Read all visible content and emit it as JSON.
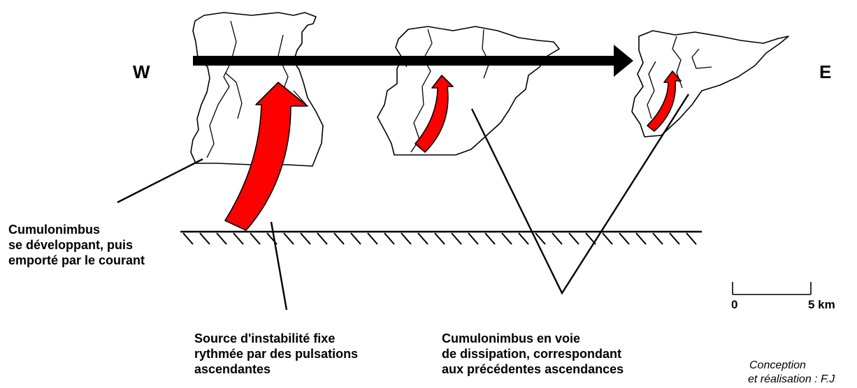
{
  "directions": {
    "west": "W",
    "east": "E"
  },
  "labels": {
    "cloud_developing": [
      "Cumulonimbus",
      "se développant, puis",
      "emporté par le courant"
    ],
    "source": [
      "Source d'instabilité fixe",
      "rythmée par des pulsations",
      "ascendantes"
    ],
    "dissipating": [
      "Cumulonimbus en voie",
      "de dissipation, correspondant",
      "aux précédentes ascendances"
    ]
  },
  "scale": {
    "zero": "0",
    "end": "5 km"
  },
  "credit": [
    "Conception",
    "et réalisation : F.J"
  ],
  "colors": {
    "updraft": "#ff0000",
    "ink": "#000000"
  }
}
